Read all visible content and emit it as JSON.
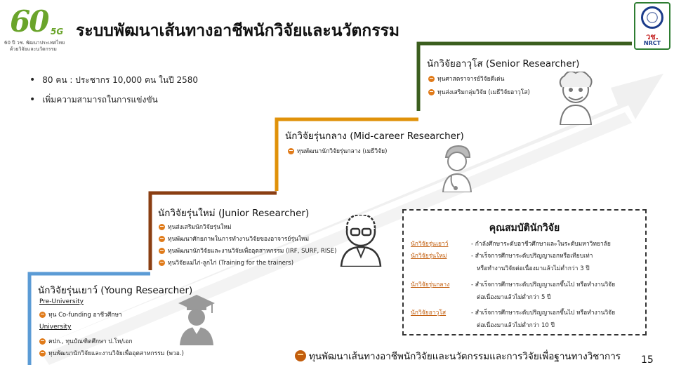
{
  "header": {
    "title": "ระบบพัฒนาเส้นทางอาชีพนักวิจัยและนวัตกรรม",
    "logo_left": {
      "mark": "60",
      "badge": "5G",
      "caption_line1": "60 ปี วช. พัฒนาประเทศไทย",
      "caption_line2": "ด้วยวิจัยและนวัตกรรม"
    },
    "logo_right": {
      "abbr": "วช.",
      "name": "NRCT"
    }
  },
  "bullets": [
    "80 คน : ประชากร 10,000 คน ในปี 2580",
    "เพิ่มความสามารถในการแข่งขัน"
  ],
  "stages": {
    "senior": {
      "title": "นักวิจัยอาวุโส (Senior Researcher)",
      "color": "#3b5e1e",
      "items": [
        "ทุนศาสตราจารย์วิจัยดีเด่น",
        "ทุนส่งเสริมกลุ่มวิจัย (เมธีวิจัยอาวุโส)"
      ]
    },
    "mid": {
      "title": "นักวิจัยรุ่นกลาง (Mid-career Researcher)",
      "color": "#e0920a",
      "items": [
        "ทุนพัฒนานักวิจัยรุ่นกลาง (เมธีวิจัย)"
      ]
    },
    "junior": {
      "title": "นักวิจัยรุ่นใหม่ (Junior Researcher)",
      "color": "#8a3e12",
      "items": [
        "ทุนส่งเสริมนักวิจัยรุ่นใหม่",
        "ทุนพัฒนาศักยภาพในการทำงานวิจัยของอาจารย์รุ่นใหม่",
        "ทุนพัฒนานักวิจัยและงานวิจัยเพื่ออุตสาหกรรม (IRF, SURF, RISE)",
        "ทุนวิจัยแม่ไก่-ลูกไก่ (Training for the trainers)"
      ]
    },
    "young": {
      "title": "นักวิจัยรุ่นเยาว์ (Young Researcher)",
      "color": "#5b9bd5",
      "pre_university_label": "Pre-University",
      "pre_university_items": [
        "ทุน Co-funding อาชีวศึกษา"
      ],
      "university_label": "University",
      "university_items": [
        "คปก., ทุนบัณฑิตศึกษา ป.โท/เอก",
        "ทุนพัฒนานักวิจัยและงานวิจัยเพื่ออุตสาหกรรม (พวอ.)"
      ]
    }
  },
  "qualifications": {
    "title": "คุณสมบัตินักวิจัย",
    "rows": [
      {
        "label": "นักวิจัยรุ่นเยาว์",
        "lines": [
          "- กำลังศึกษาระดับอาชีวศึกษาและในระดับมหาวิทยาลัย"
        ]
      },
      {
        "label": "นักวิจัยรุ่นใหม่",
        "lines": [
          "- สำเร็จการศึกษาระดับปริญญาเอกหรือเทียบเท่า",
          "หรือทำงานวิจัยต่อเนื่องมาแล้วไม่ต่ำกว่า 3 ปี"
        ]
      },
      {
        "label": "นักวิจัยรุ่นกลาง",
        "lines": [
          "- สำเร็จการศึกษาระดับปริญญาเอกขึ้นไป หรือทำงานวิจัย",
          "ต่อเนื่องมาแล้วไม่ต่ำกว่า 5 ปี"
        ]
      },
      {
        "label": "นักวิจัยอาวุโส",
        "lines": [
          "- สำเร็จการศึกษาระดับปริญญาเอกขึ้นไป หรือทำงานวิจัย",
          "ต่อเนื่องมาแล้วไม่ต่ำกว่า 10 ปี"
        ]
      }
    ]
  },
  "footer": {
    "note": "ทุนพัฒนาเส้นทางอาชีพนักวิจัยและนวัตกรรมและการวิจัยเพื่อฐานทางวิชาการ",
    "page_number": "15"
  },
  "icons": {
    "item_icon": "fund-badge-icon",
    "persons": [
      "senior-researcher-icon",
      "mid-career-researcher-icon",
      "junior-researcher-icon",
      "graduate-icon"
    ]
  }
}
